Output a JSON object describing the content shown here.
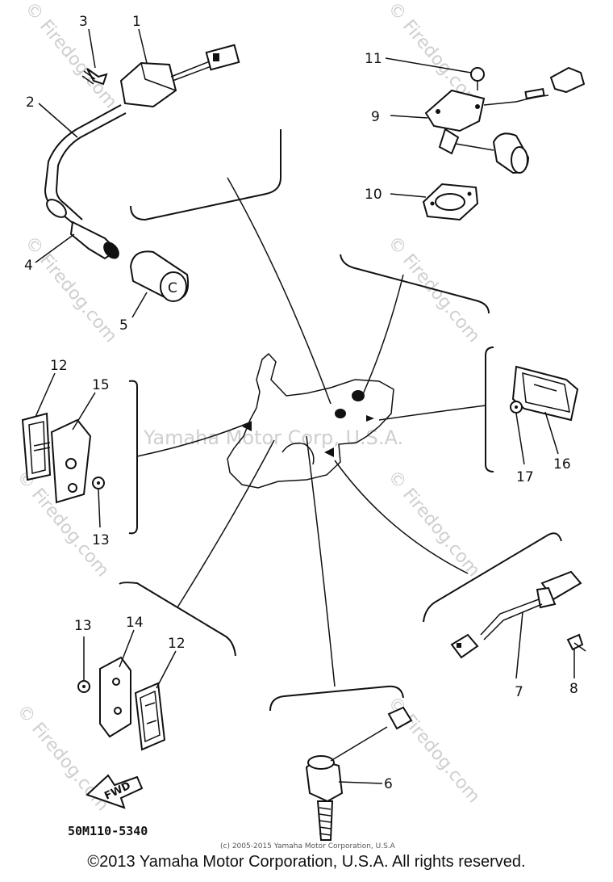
{
  "part_labels": {
    "p1": "1",
    "p2": "2",
    "p3": "3",
    "p4": "4",
    "p5": "5",
    "p6": "6",
    "p7": "7",
    "p8": "8",
    "p9": "9",
    "p10": "10",
    "p11": "11",
    "p12a": "12",
    "p12b": "12",
    "p13a": "13",
    "p13b": "13",
    "p14": "14",
    "p15": "15",
    "p16": "16",
    "p17": "17"
  },
  "watermarks": {
    "center": "Yamaha Motor Corp, U.S.A.",
    "site": "© Firedog.com"
  },
  "diagram_code": "50M110-5340",
  "arrow_label": "FWD",
  "small_copyright": "(c) 2005-2015 Yamaha Motor Corporation, U.S.A",
  "copyright": "©2013 Yamaha Motor Corporation, U.S.A. All rights reserved."
}
